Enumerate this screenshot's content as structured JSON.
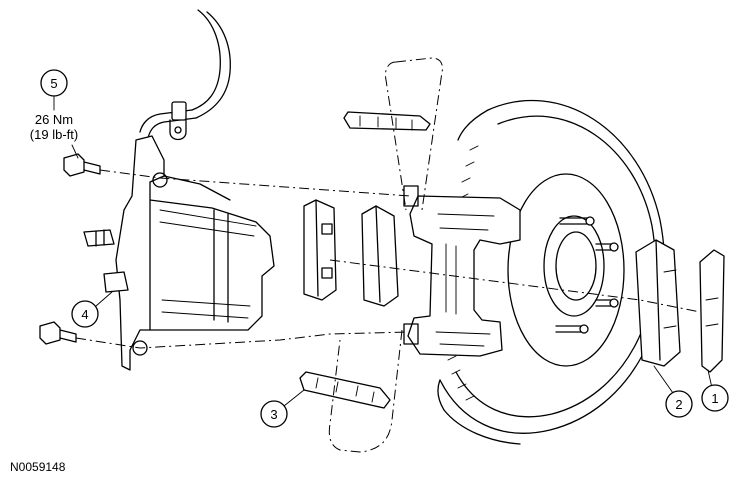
{
  "callouts": [
    {
      "id": "1",
      "label": "1"
    },
    {
      "id": "2",
      "label": "2"
    },
    {
      "id": "3",
      "label": "3"
    },
    {
      "id": "4",
      "label": "4"
    },
    {
      "id": "5",
      "label": "5"
    }
  ],
  "torque": {
    "nm": "26 Nm",
    "lbft": "(19 lb-ft)"
  },
  "figure_id": "N0059148"
}
